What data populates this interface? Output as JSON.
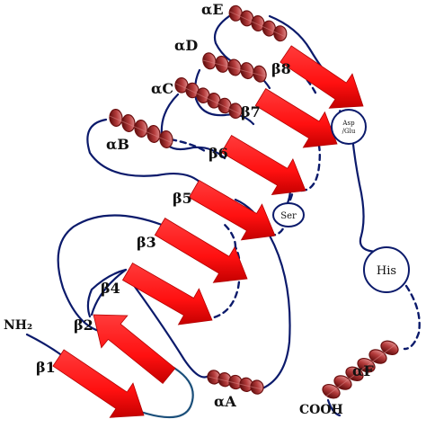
{
  "colors": {
    "loop": "#0b1a6b",
    "loop_alt": "#1b4f7a",
    "arrow": "#ff1a1a",
    "arrow_shade": "#b30000",
    "helix_dark": "#6b1010",
    "helix_mid": "#b33a3a",
    "helix_light": "#e08a8a"
  },
  "termini": {
    "n_term": "NH₂",
    "c_term": "COOH"
  },
  "strands": [
    {
      "id": "b1",
      "label": "β1"
    },
    {
      "id": "b2",
      "label": "β2"
    },
    {
      "id": "b3",
      "label": "β3"
    },
    {
      "id": "b4",
      "label": "β4"
    },
    {
      "id": "b5",
      "label": "β5"
    },
    {
      "id": "b6",
      "label": "β6"
    },
    {
      "id": "b7",
      "label": "β7"
    },
    {
      "id": "b8",
      "label": "β8"
    }
  ],
  "helices": [
    {
      "id": "aA",
      "label": "αA"
    },
    {
      "id": "aB",
      "label": "αB"
    },
    {
      "id": "aC",
      "label": "αC"
    },
    {
      "id": "aD",
      "label": "αD"
    },
    {
      "id": "aE",
      "label": "αE"
    },
    {
      "id": "aF",
      "label": "αF"
    }
  ],
  "active_sites": {
    "ser": "Ser",
    "asp_glu_line1": "Asp",
    "asp_glu_line2": "/Glu",
    "his": "His"
  }
}
